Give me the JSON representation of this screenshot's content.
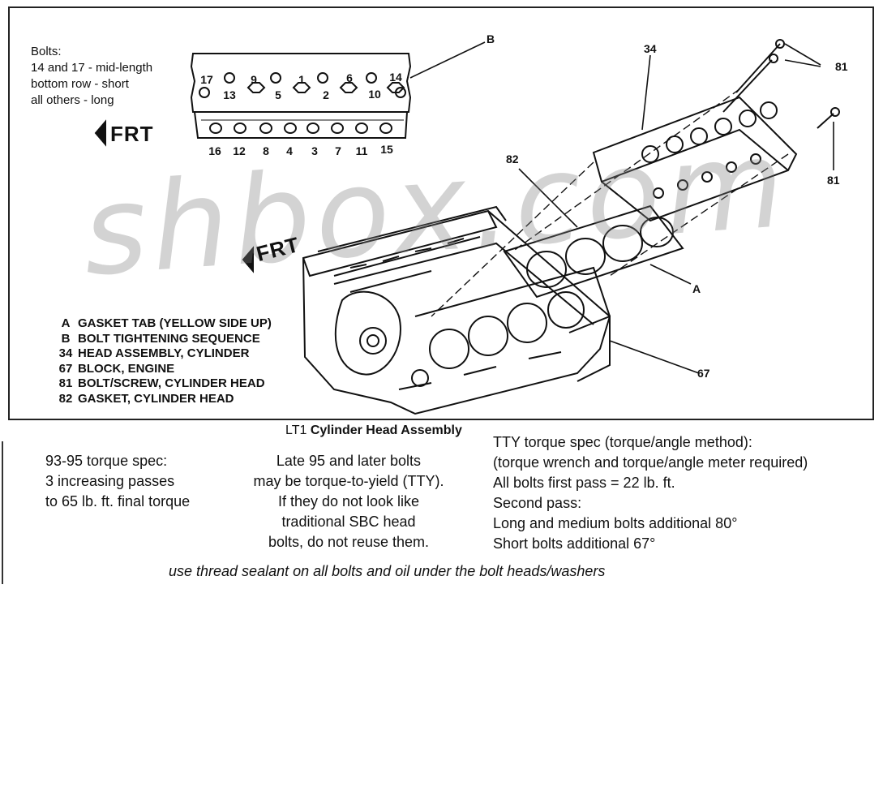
{
  "bolts_note": [
    "Bolts:",
    "14 and 17 - mid-length",
    "bottom row - short",
    "all others - long"
  ],
  "sequence": {
    "top_row": [
      "17",
      "9",
      "1",
      "6",
      "14"
    ],
    "mid_row": [
      "13",
      "5",
      "2",
      "10"
    ],
    "bottom_row": [
      "16",
      "12",
      "8",
      "4",
      "3",
      "7",
      "11",
      "15"
    ]
  },
  "callouts": {
    "b": "B",
    "a": "A",
    "c34": "34",
    "c81a": "81",
    "c81b": "81",
    "c82": "82",
    "c67": "67"
  },
  "frt_label": "FRT",
  "watermark": "shbox.com",
  "legend": [
    {
      "key": "A",
      "label": "GASKET TAB (YELLOW SIDE UP)"
    },
    {
      "key": "B",
      "label": "BOLT TIGHTENING SEQUENCE"
    },
    {
      "key": "34",
      "label": "HEAD ASSEMBLY, CYLINDER"
    },
    {
      "key": "67",
      "label": "BLOCK, ENGINE"
    },
    {
      "key": "81",
      "label": "BOLT/SCREW, CYLINDER HEAD"
    },
    {
      "key": "82",
      "label": "GASKET, CYLINDER HEAD"
    }
  ],
  "caption": {
    "prefix": "LT1",
    "title": "Cylinder Head Assembly"
  },
  "note_left": [
    "93-95 torque spec:",
    "3 increasing passes",
    "to 65 lb. ft. final torque"
  ],
  "note_mid": [
    "Late 95 and later bolts",
    "may be torque-to-yield (TTY).",
    "If they do not look like",
    "traditional SBC head",
    "bolts, do not reuse them."
  ],
  "note_right": [
    "TTY torque spec (torque/angle method):",
    "(torque wrench and torque/angle meter required)",
    "All bolts first pass = 22 lb. ft.",
    "Second pass:",
    "Long and medium bolts additional 80°",
    "Short bolts additional 67°"
  ],
  "footer": "use thread sealant on all bolts and oil under the bolt heads/washers"
}
